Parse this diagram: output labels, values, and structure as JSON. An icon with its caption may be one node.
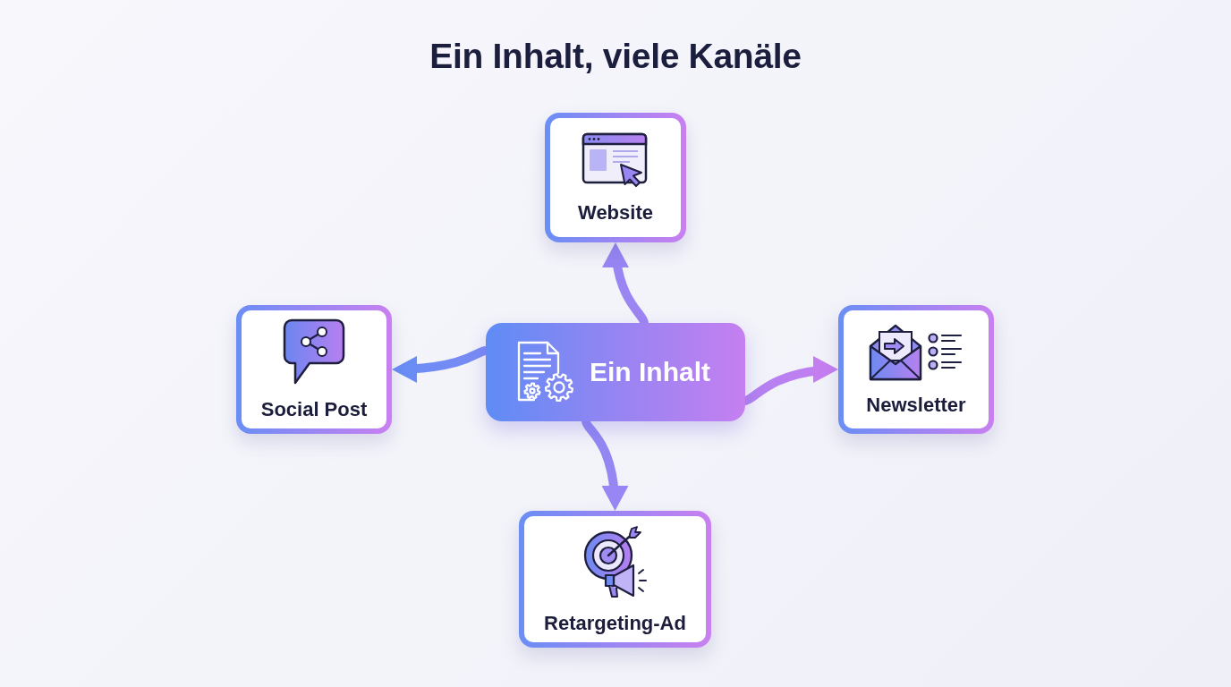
{
  "diagram": {
    "title": "Ein Inhalt, viele Kanäle",
    "nodes": [
      {
        "text": [
          "Ein Inhalt"
        ]
      },
      {
        "text": [
          "Website"
        ]
      },
      {
        "text": [
          "Social Post"
        ]
      },
      {
        "text": [
          "Newsletter"
        ]
      },
      {
        "text": [
          "Retargeting-Ad"
        ]
      }
    ],
    "edges": [
      {
        "from": 0,
        "to": 1,
        "arrow": "to"
      },
      {
        "from": 0,
        "to": 2,
        "arrow": "to"
      },
      {
        "from": 0,
        "to": 3,
        "arrow": "to"
      },
      {
        "from": 0,
        "to": 4,
        "arrow": "to"
      }
    ]
  }
}
